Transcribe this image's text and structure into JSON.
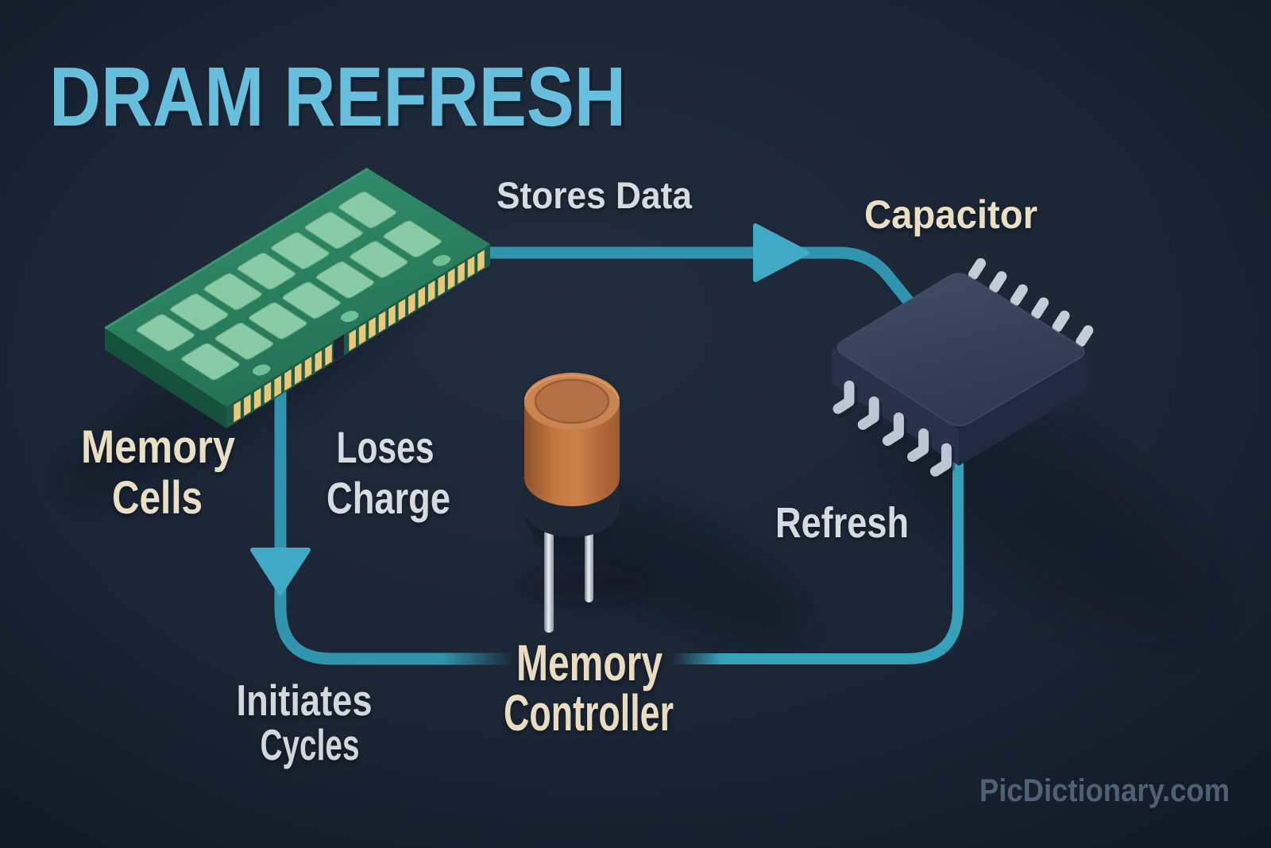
{
  "title": "DRAM REFRESH",
  "watermark": "PicDictionary.com",
  "labels": {
    "stores_data": "Stores Data",
    "capacitor": "Capacitor",
    "memory_cells_1": "Memory",
    "memory_cells_2": "Cells",
    "loses_charge_1": "Loses",
    "loses_charge_2": "Charge",
    "refresh": "Refresh",
    "initiates_cycles_1": "Initiates",
    "initiates_cycles_2": "Cycles",
    "memory_controller_1": "Memory",
    "memory_controller_2": "Controller"
  },
  "colors": {
    "background": "#1b2534",
    "title": "#67bfdd",
    "flow_line": "#3094af",
    "arrowhead": "#40a9c5",
    "label_light": "#d6dbe0",
    "label_cream": "#e9dfc5",
    "watermark": "#51657a",
    "pcb_green": "#2b8263",
    "ram_chip_green": "#88cba6",
    "pin_gold": "#e9c87a",
    "capacitor_body_orange": "#c07a43",
    "ic_chip_navy": "#33405a",
    "leg_silver": "#bdc6d2"
  }
}
